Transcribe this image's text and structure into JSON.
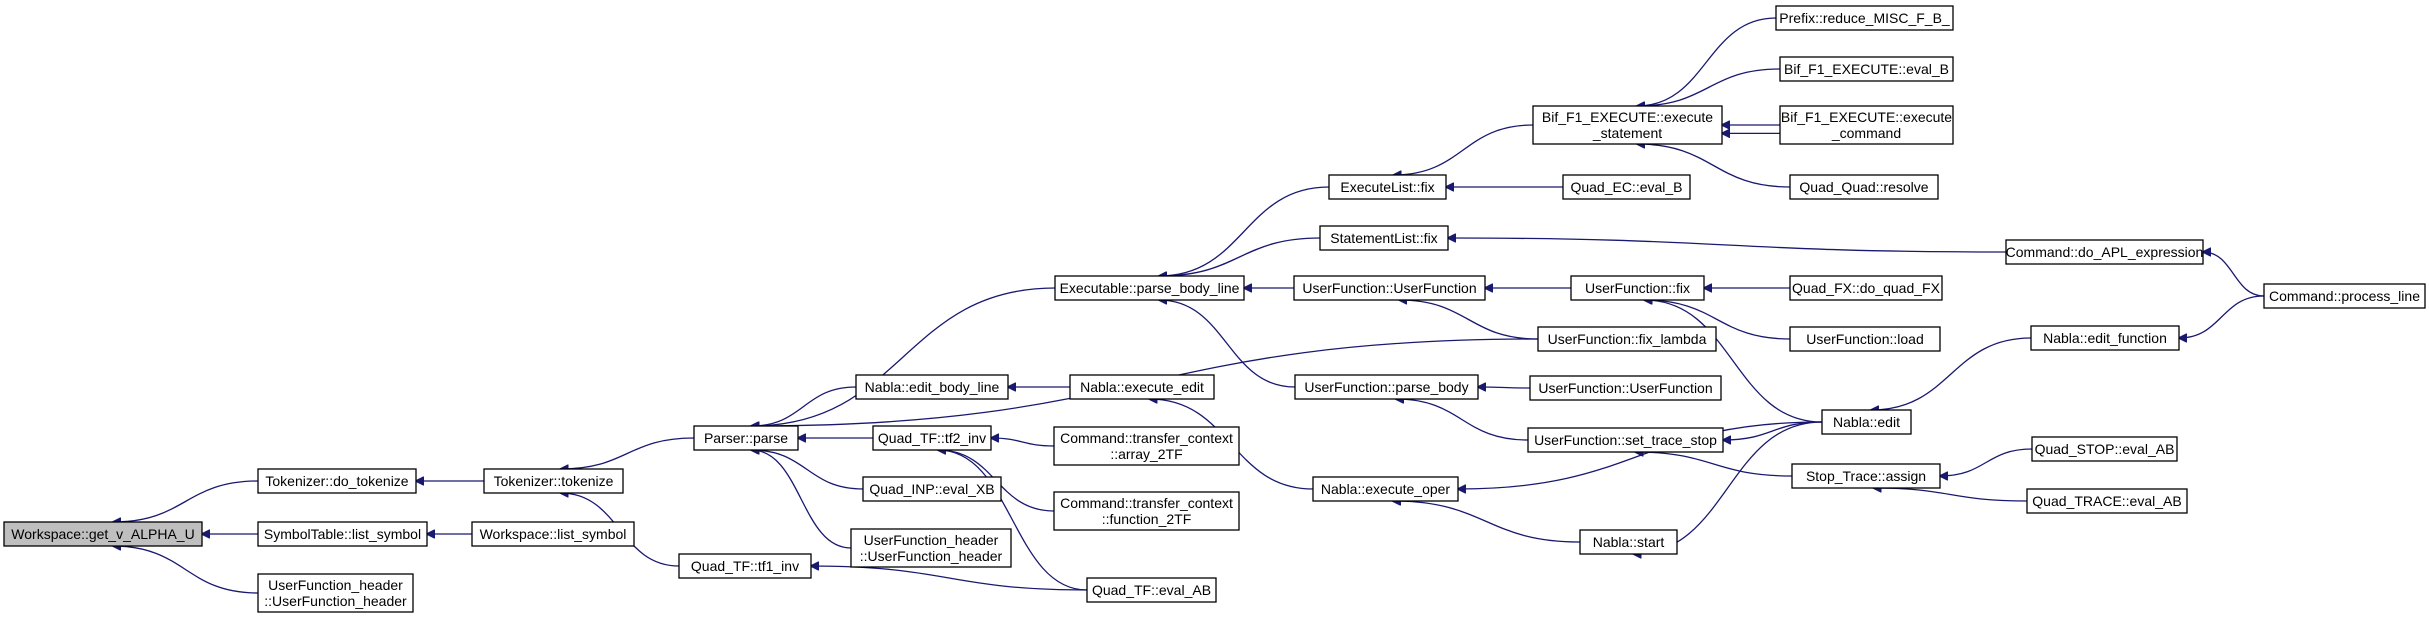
{
  "graph": {
    "title": "",
    "colors": {
      "edge": "#191970",
      "root_fill": "#bfbfbf",
      "node_fill": "#ffffff",
      "node_border": "#000000"
    },
    "nodes": [
      {
        "id": "ws_get",
        "lines": [
          "Workspace::get_v_ALPHA_U"
        ],
        "root": true
      },
      {
        "id": "tok_do",
        "lines": [
          "Tokenizer::do_tokenize"
        ]
      },
      {
        "id": "symtab_list",
        "lines": [
          "SymbolTable::list_symbol"
        ]
      },
      {
        "id": "ufh1",
        "lines": [
          "UserFunction_header",
          "::UserFunction_header"
        ]
      },
      {
        "id": "tok_tok",
        "lines": [
          "Tokenizer::tokenize"
        ]
      },
      {
        "id": "ws_list",
        "lines": [
          "Workspace::list_symbol"
        ]
      },
      {
        "id": "parser",
        "lines": [
          "Parser::parse"
        ]
      },
      {
        "id": "qtf1",
        "lines": [
          "Quad_TF::tf1_inv"
        ]
      },
      {
        "id": "exec_pbl",
        "lines": [
          "Executable::parse_body_line"
        ]
      },
      {
        "id": "nabla_ebl",
        "lines": [
          "Nabla::edit_body_line"
        ]
      },
      {
        "id": "qtf2",
        "lines": [
          "Quad_TF::tf2_inv"
        ]
      },
      {
        "id": "qinp",
        "lines": [
          "Quad_INP::eval_XB"
        ]
      },
      {
        "id": "ufh2",
        "lines": [
          "UserFunction_header",
          "::UserFunction_header"
        ]
      },
      {
        "id": "qtf_evalab",
        "lines": [
          "Quad_TF::eval_AB"
        ]
      },
      {
        "id": "exl_fix",
        "lines": [
          "ExecuteList::fix"
        ]
      },
      {
        "id": "stl_fix",
        "lines": [
          "StatementList::fix"
        ]
      },
      {
        "id": "uf_uf",
        "lines": [
          "UserFunction::UserFunction"
        ]
      },
      {
        "id": "nabla_exedit",
        "lines": [
          "Nabla::execute_edit"
        ]
      },
      {
        "id": "cmd_arr2tf",
        "lines": [
          "Command::transfer_context",
          "::array_2TF"
        ]
      },
      {
        "id": "cmd_fn2tf",
        "lines": [
          "Command::transfer_context",
          "::function_2TF"
        ]
      },
      {
        "id": "uf_pb",
        "lines": [
          "UserFunction::parse_body"
        ]
      },
      {
        "id": "nabla_exop",
        "lines": [
          "Nabla::execute_oper"
        ]
      },
      {
        "id": "bif_es",
        "lines": [
          "Bif_F1_EXECUTE::execute",
          "_statement"
        ]
      },
      {
        "id": "qec",
        "lines": [
          "Quad_EC::eval_B"
        ]
      },
      {
        "id": "uf_fix",
        "lines": [
          "UserFunction::fix"
        ]
      },
      {
        "id": "uf_fixl",
        "lines": [
          "UserFunction::fix_lambda"
        ]
      },
      {
        "id": "uf_uf2",
        "lines": [
          "UserFunction::UserFunction"
        ]
      },
      {
        "id": "uf_sts",
        "lines": [
          "UserFunction::set_trace_stop"
        ]
      },
      {
        "id": "nabla_start",
        "lines": [
          "Nabla::start"
        ]
      },
      {
        "id": "prefix",
        "lines": [
          "Prefix::reduce_MISC_F_B_"
        ]
      },
      {
        "id": "bif_evalb",
        "lines": [
          "Bif_F1_EXECUTE::eval_B"
        ]
      },
      {
        "id": "bif_ec",
        "lines": [
          "Bif_F1_EXECUTE::execute",
          "_command"
        ]
      },
      {
        "id": "qqr",
        "lines": [
          "Quad_Quad::resolve"
        ]
      },
      {
        "id": "qfx",
        "lines": [
          "Quad_FX::do_quad_FX"
        ]
      },
      {
        "id": "uf_load",
        "lines": [
          "UserFunction::load"
        ]
      },
      {
        "id": "nabla_edit",
        "lines": [
          "Nabla::edit"
        ]
      },
      {
        "id": "stop_trace",
        "lines": [
          "Stop_Trace::assign"
        ]
      },
      {
        "id": "cmd_dae",
        "lines": [
          "Command::do_APL_expression"
        ]
      },
      {
        "id": "nabla_ef",
        "lines": [
          "Nabla::edit_function"
        ]
      },
      {
        "id": "qstop",
        "lines": [
          "Quad_STOP::eval_AB"
        ]
      },
      {
        "id": "qtrace",
        "lines": [
          "Quad_TRACE::eval_AB"
        ]
      },
      {
        "id": "cmd_pl",
        "lines": [
          "Command::process_line"
        ]
      }
    ]
  }
}
